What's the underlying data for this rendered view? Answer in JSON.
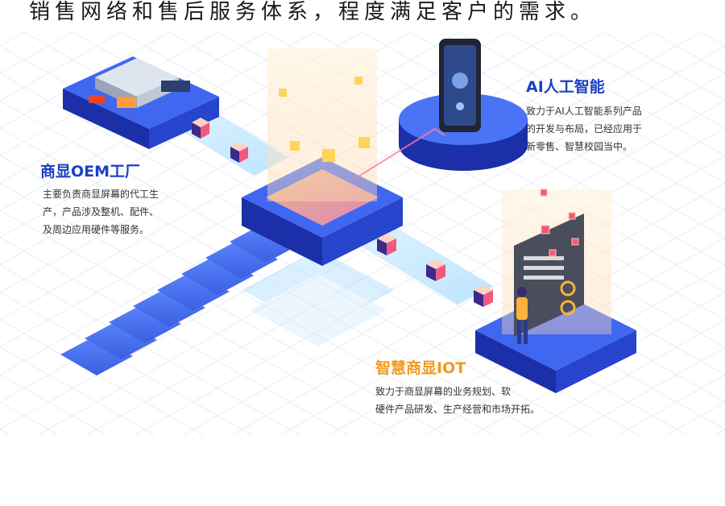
{
  "headline": "销售网络和售后服务体系，程度满足客户的需求。",
  "colors": {
    "blue_title": "#1c3fc4",
    "orange_title": "#f29a1e",
    "platform_top": "#3f67f0",
    "platform_side": "#1a2fa8",
    "cube_pink": "#f05a7e",
    "cube_navy": "#3a2a8a"
  },
  "oem": {
    "title": "商显OEM工厂",
    "lines": [
      "主要负责商显屏幕的代工生",
      "产，产品涉及整机、配件、",
      "及周边应用硬件等服务。"
    ]
  },
  "ai": {
    "title": "AI人工智能",
    "lines": [
      "致力于AI人工智能系列产品",
      "的开发与布局，已经应用于",
      "新零售、智慧校园当中。"
    ]
  },
  "iot": {
    "title": "智慧商显IOT",
    "lines": [
      "致力于商显屏幕的业务规划、软",
      "硬件产品研发、生产经营和市场开拓。"
    ]
  },
  "icons": [
    "factory-icon",
    "smartphone-icon",
    "analytics-screen-icon",
    "person-figure-icon",
    "data-cube-icon"
  ]
}
